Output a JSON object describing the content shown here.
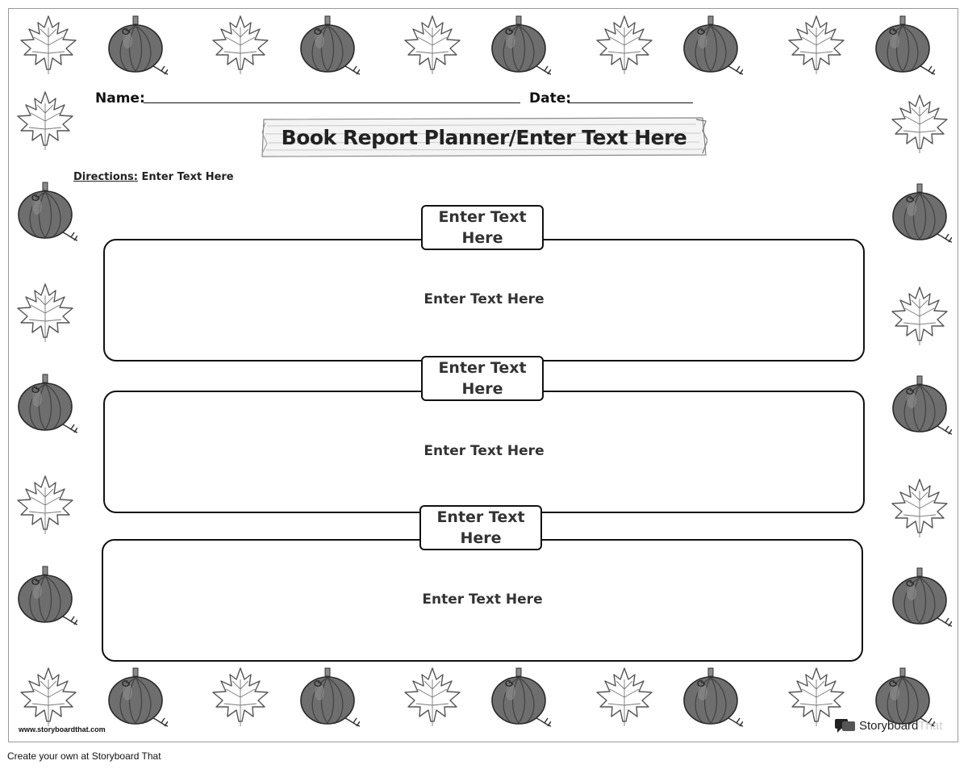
{
  "worksheet": {
    "name_label": "Name:",
    "date_label": "Date:",
    "title": "Book Report Planner/Enter Text Here",
    "directions_label": "Directions:",
    "directions_text": "Enter Text Here",
    "sections": [
      {
        "heading": "Enter Text Here",
        "body": "Enter Text Here"
      },
      {
        "heading": "Enter Text Here",
        "body": "Enter Text Here"
      },
      {
        "heading": "Enter Text Here",
        "body": "Enter Text Here"
      }
    ]
  },
  "branding": {
    "site_url": "www.storyboardthat.com",
    "logo_word": "Storyboard",
    "logo_that": "That"
  },
  "footer": {
    "text": "Create your own at Storyboard That"
  },
  "decorations": {
    "border_icons": [
      "maple-leaf-icon",
      "pumpkin-icon"
    ]
  }
}
